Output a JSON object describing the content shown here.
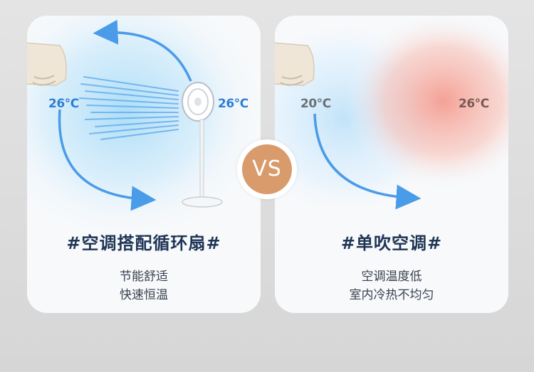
{
  "left_card": {
    "temp_left": "26℃",
    "temp_right": "26℃",
    "title": "#空调搭配循环扇#",
    "desc_line1": "节能舒适",
    "desc_line2": "快速恒温"
  },
  "vs_label": "VS",
  "right_card": {
    "temp_left": "20℃",
    "temp_right": "26℃",
    "title": "#单吹空调#",
    "desc_line1": "空调温度低",
    "desc_line2": "室内冷热不均匀"
  },
  "colors": {
    "cool_text": "#2e7fd3",
    "warm_text": "#7a5a55",
    "neutral_text": "#6b7177",
    "title": "#1f3556",
    "vs_circle": "#d99b6c",
    "arrow_blue": "#4a9be8",
    "warm_glow": "#f4978a"
  }
}
